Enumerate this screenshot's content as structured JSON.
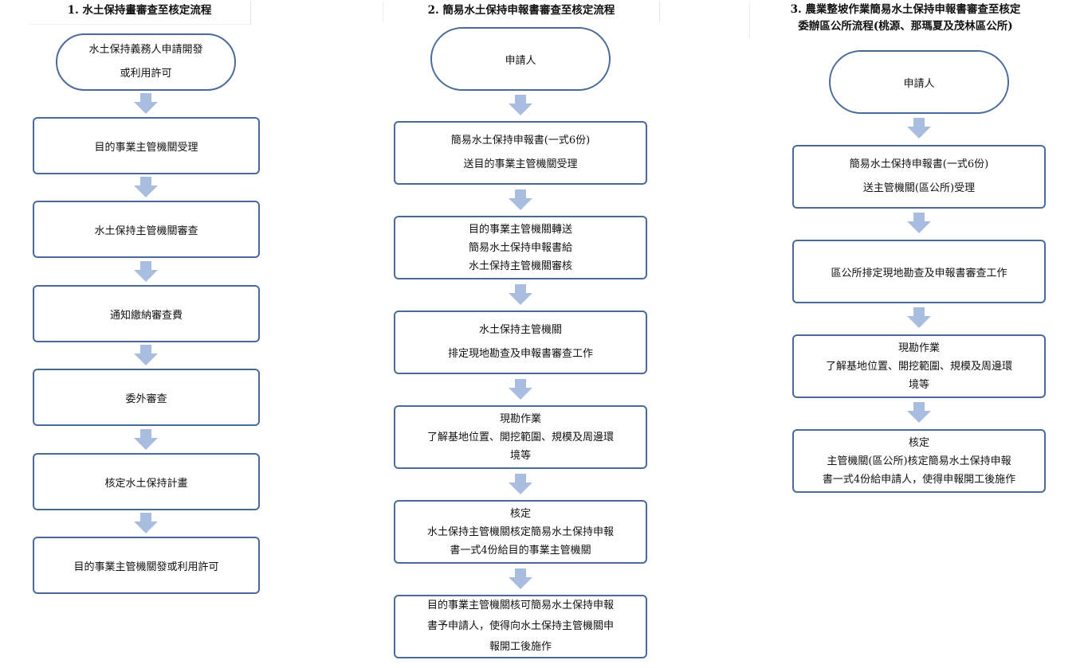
{
  "flow1": {
    "title": "1. 水土保持畫審查至核定流程",
    "steps": [
      [
        "水土保持義務人申請開發",
        "或利用許可"
      ],
      [
        "目的事業主管機關受理"
      ],
      [
        "水土保持主管機關審查"
      ],
      [
        "通知繳納審查費"
      ],
      [
        "委外審查"
      ],
      [
        "核定水土保持計畫"
      ],
      [
        "目的事業主管機關發或利用許可"
      ]
    ]
  },
  "flow2": {
    "title": "2. 簡易水土保持申報書審查至核定流程",
    "steps": [
      [
        "申請人"
      ],
      [
        "簡易水土保持申報書(一式6份)",
        "送目的事業主管機關受理"
      ],
      [
        "目的事業主管機關轉送",
        "簡易水土保持申報書給",
        "水土保持主管機關審核"
      ],
      [
        "水土保持主管機關",
        "排定現地勘查及申報書審查工作"
      ],
      [
        "現勘作業",
        "了解基地位置、開挖範圍、規模及周邊環",
        "境等"
      ],
      [
        "核定",
        "水土保持主管機關核定簡易水土保持申報",
        "書一式4份給目的事業主管機關"
      ],
      [
        "目的事業主管機關核可簡易水土保持申報",
        "書予申請人，使得向水土保持主管機關申",
        "報開工後施作"
      ]
    ]
  },
  "flow3": {
    "title_line1": "3. 農業整坡作業簡易水土保持申報書審查至核定",
    "title_line2": "委辦區公所流程(桃源、那瑪夏及茂林區公所)",
    "steps": [
      [
        "申請人"
      ],
      [
        "簡易水土保持申報書(一式6份)",
        "送主管機關(區公所)受理"
      ],
      [
        "區公所排定現地勘查及申報書審查工作"
      ],
      [
        "現勘作業",
        "了解基地位置、開挖範圍、規模及周邊環",
        "境等"
      ],
      [
        "核定",
        "主管機關(區公所)核定簡易水土保持申報",
        "書一式4份給申請人，使得申報開工後施作"
      ]
    ]
  },
  "colors": {
    "box_border": "#4a6b9a",
    "arrow_fill": "#a9bde0"
  }
}
